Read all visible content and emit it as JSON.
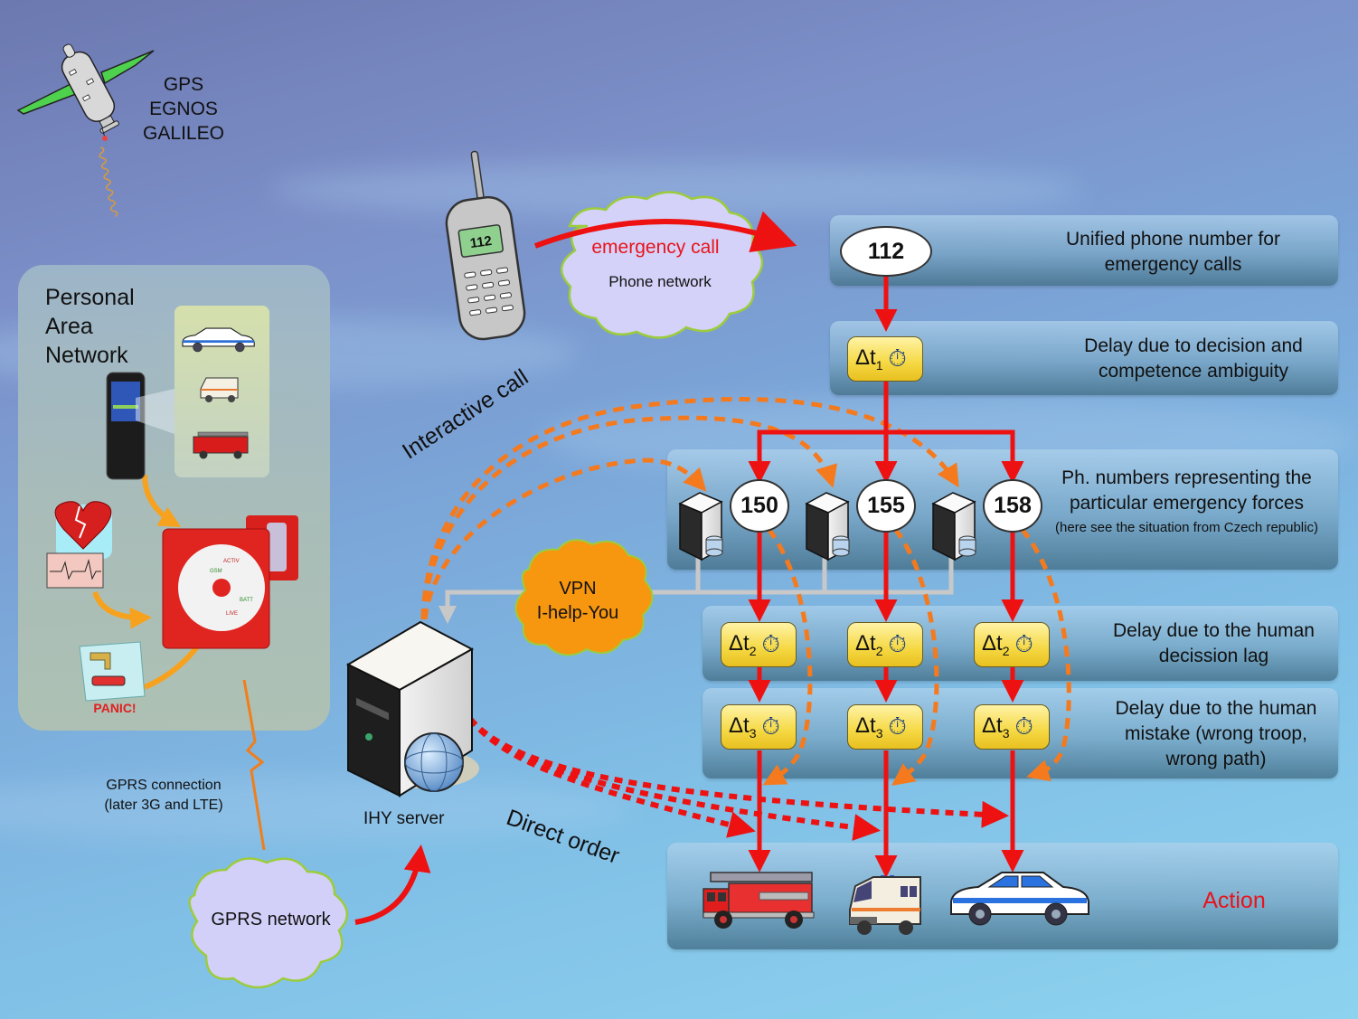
{
  "satellite": {
    "label_lines": [
      "GPS",
      "EGNOS",
      "GALILEO"
    ]
  },
  "phone_network": {
    "phone_screen": "112",
    "arrow_label": "emergency call",
    "cloud_label": "Phone network"
  },
  "pan": {
    "title_lines": [
      "Personal",
      "Area",
      "Network"
    ],
    "panic_label": "PANIC!",
    "device_labels": [
      "GSM",
      "ACTIV",
      "BATT",
      "LIVE"
    ]
  },
  "gprs": {
    "connection_lines": [
      "GPRS connection",
      "(later 3G and LTE)"
    ],
    "cloud_label": "GPRS network"
  },
  "ihy_server": {
    "label": "IHY server"
  },
  "vpn": {
    "lines": [
      "VPN",
      "I-help-You"
    ]
  },
  "annotations": {
    "interactive_call": "Interactive call",
    "direct_order": "Direct order"
  },
  "flow": {
    "central_number": "112",
    "delay1": {
      "symbol": "Δt",
      "sub": "1"
    },
    "service_numbers": [
      "150",
      "155",
      "158"
    ],
    "delay2": {
      "symbol": "Δt",
      "sub": "2"
    },
    "delay3": {
      "symbol": "Δt",
      "sub": "3"
    }
  },
  "bands": [
    {
      "id": "unified",
      "lines": [
        "Unified phone number for",
        "emergency calls"
      ]
    },
    {
      "id": "delay1",
      "lines": [
        "Delay due to decision and",
        "competence ambiguity"
      ]
    },
    {
      "id": "numbers",
      "lines": [
        "Ph. numbers representing the",
        "particular emergency forces"
      ],
      "note": "(here see the situation from  Czech republic)"
    },
    {
      "id": "delay2",
      "lines": [
        "Delay due to the human",
        "decission lag"
      ]
    },
    {
      "id": "delay3",
      "lines": [
        "Delay due to the human",
        "mistake (wrong troop,",
        "wrong path)"
      ]
    },
    {
      "id": "action",
      "lines": [
        "Action"
      ]
    }
  ],
  "vehicles": [
    "fire-truck",
    "ambulance",
    "police-car"
  ],
  "colors": {
    "flow_arrow": "#ee1111",
    "interactive_arrow": "#f57a1e",
    "action_text": "#e8141c",
    "delay_box": "#f5d842",
    "cloud_lilac": "#d2d0f8",
    "vpn_orange": "#f7960f"
  }
}
